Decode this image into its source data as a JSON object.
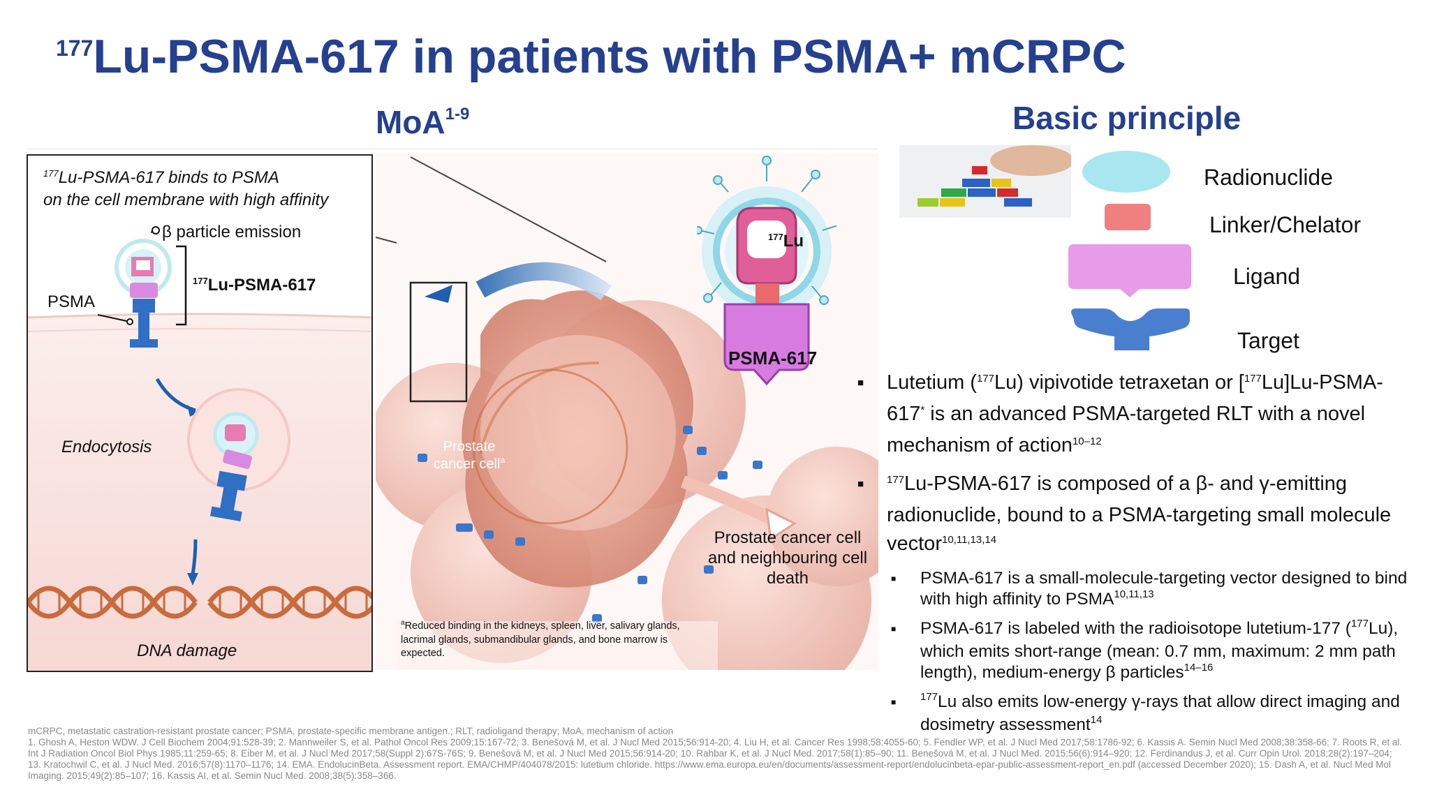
{
  "title": {
    "sup": "177",
    "main": "Lu-PSMA-617 in patients with PSMA+ mCRPC"
  },
  "moa_heading": {
    "text": "MoA",
    "sup": "1-9"
  },
  "principle_heading": "Basic principle",
  "moa_panel": {
    "binds_sup": "177",
    "binds_line1": "Lu-PSMA-617 binds to PSMA",
    "binds_line2": "on the cell membrane with high affinity",
    "beta_label": "β particle emission",
    "drug_sup": "177",
    "drug_label": "Lu-PSMA-617",
    "psma_label": "PSMA",
    "endocytosis": "Endocytosis",
    "dna_damage": "DNA damage",
    "chip_lu": "177Lu",
    "chip_psma": "PSMA-617"
  },
  "illustration": {
    "prostate_cell_line1": "Prostate",
    "prostate_cell_line2": "cancer cell",
    "prostate_cell_sup": "a",
    "death_line1": "Prostate cancer cell",
    "death_line2": "and neighbouring cell",
    "death_line3": "death",
    "footnote_sup": "a",
    "footnote": "Reduced binding in the kidneys, spleen, liver, salivary glands, lacrimal glands, submandibular glands, and bone marrow is expected.",
    "big_lu_sup": "177",
    "big_lu": "Lu",
    "big_psma": "PSMA-617"
  },
  "legend": [
    {
      "label": "Radionuclide",
      "color": "#a8e6f0"
    },
    {
      "label": "Linker/Chelator",
      "color": "#f08080"
    },
    {
      "label": "Ligand",
      "color": "#e79be8"
    },
    {
      "label": "Target",
      "color": "#4a7fd0"
    }
  ],
  "bullets": {
    "b1_p1": "Lutetium (",
    "b1_sup1": "177",
    "b1_p2": "Lu) vipivotide tetraxetan or [",
    "b1_sup2": "177",
    "b1_p3": "Lu]Lu-PSMA-617",
    "b1_sup3": "*",
    "b1_p4": " is an advanced PSMA-targeted RLT with a novel mechanism of action",
    "b1_ref": "10–12",
    "b2_sup": "177",
    "b2_text": "Lu-PSMA-617 is composed of a β- and γ-emitting radionuclide, bound to a PSMA-targeting small molecule vector",
    "b2_ref": "10,11,13,14",
    "s1_text": "PSMA-617 is a small-molecule-targeting vector designed to bind with high affinity to PSMA",
    "s1_ref": "10,11,13",
    "s2_p1": "PSMA-617 is labeled with the radioisotope lutetium-177 (",
    "s2_sup": "177",
    "s2_p2": "Lu), which emits short-range (mean: 0.7 mm, maximum: 2 mm path length), medium-energy β particles",
    "s2_ref": "14–16",
    "s3_sup": "177",
    "s3_text": "Lu also emits low-energy γ-rays that allow direct imaging and dosimetry assessment",
    "s3_ref": "14"
  },
  "footer": {
    "abbrev": "mCRPC, metastatic castration-resistant prostate cancer; PSMA, prostate-specific membrane antigen.; RLT, radioligand therapy; MoA, mechanism of action",
    "refs": "1. Ghosh A, Heston WDW. J Cell Biochem 2004;91:528-39; 2. Mannweiler S, et al. Pathol Oncol Res 2009;15:167-72; 3. Benešová M, et al. J Nucl Med 2015;56:914-20; 4. Liu H, et al. Cancer Res 1998;58:4055-60; 5. Fendler WP, et al. J Nucl Med 2017;58:1786-92; 6. Kassis A. Semin Nucl Med 2008;38:358-66; 7. Roots R, et al. Int J Radiation Oncol Biol Phys 1985;11:259-65; 8. Eiber M, et al. J Nucl Med 2017;58(Suppl 2):67S-76S; 9. Benešová M, et al. J Nucl Med 2015;56:914-20; 10. Rahbar K, et al. J Nucl Med. 2017;58(1):85–90; 11. Benešová M, et al. J Nucl Med. 2015;56(6):914–920; 12. Ferdinandus J, et al. Curr Opin Urol. 2018;28(2):197–204; 13. Kratochwil C, et al. J Nucl Med. 2016;57(8):1170–1176; 14. EMA. EndolucinBeta. Assessment report. EMA/CHMP/404078/2015: lutetium chloride. https://www.ema.europa.eu/en/documents/assessment-report/endolucinbeta-epar-public-assessment-report_en.pdf (accessed December 2020); 15. Dash A, et al. Nucl Med Mol Imaging. 2015;49(2):85–107; 16. Kassis AI, et al. Semin Nucl Med. 2008;38(5):358–366."
  }
}
